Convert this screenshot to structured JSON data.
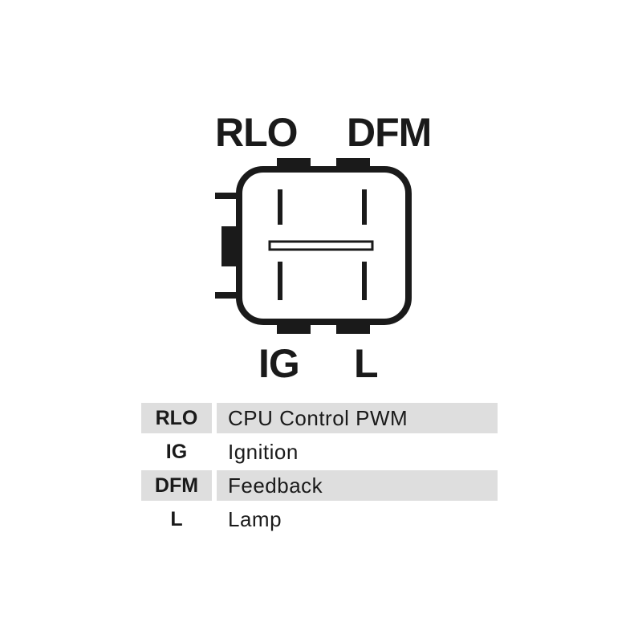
{
  "pins": {
    "rlo": "RLO",
    "dfm": "DFM",
    "ig": "IG",
    "l": "L"
  },
  "legend": [
    {
      "code": "RLO",
      "description": "CPU Control PWM",
      "shaded": true
    },
    {
      "code": "IG",
      "description": "Ignition",
      "shaded": false
    },
    {
      "code": "DFM",
      "description": "Feedback",
      "shaded": true
    },
    {
      "code": "L",
      "description": "Lamp",
      "shaded": false
    }
  ],
  "colors": {
    "ink": "#1a1a1a",
    "row_shade": "#dedede",
    "background": "#ffffff"
  }
}
